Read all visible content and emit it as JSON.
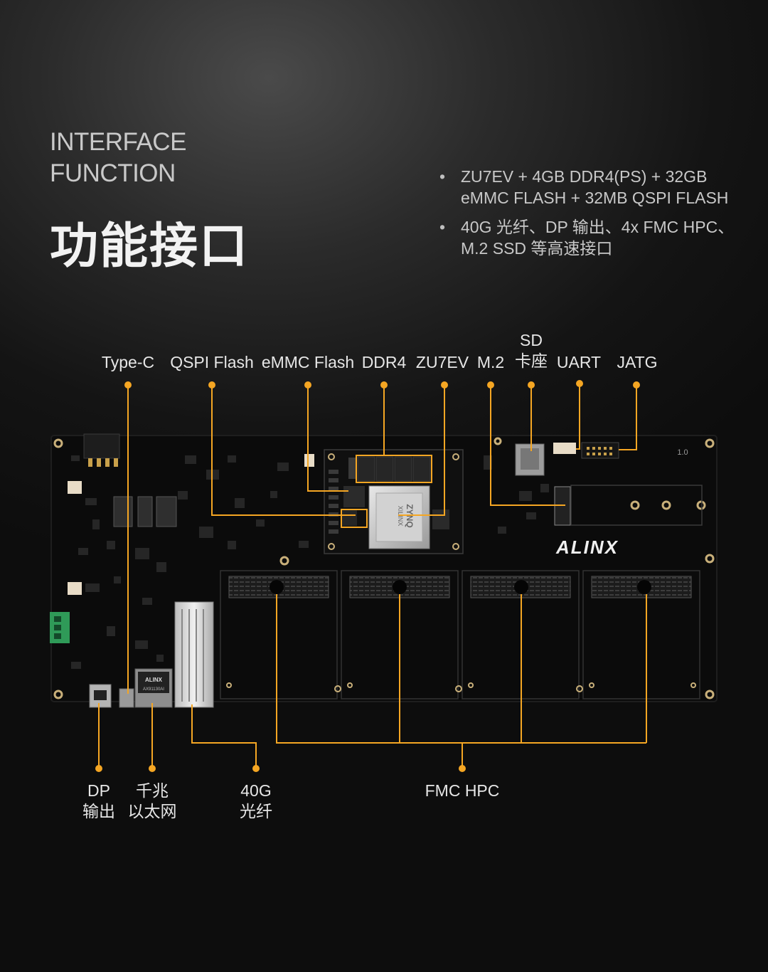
{
  "header": {
    "en_title_line1": "INTERFACE",
    "en_title_line2": "FUNCTION",
    "cn_title": "功能接口"
  },
  "features": [
    {
      "line1": "ZU7EV + 4GB DDR4(PS) + 32GB",
      "line2": "eMMC FLASH + 32MB QSPI FLASH"
    },
    {
      "line1": "40G 光纤、DP 输出、4x FMC HPC、",
      "line2": "M.2 SSD 等高速接口"
    }
  ],
  "top_labels": {
    "type_c": "Type-C",
    "qspi_flash": "QSPI Flash",
    "emmc_flash": "eMMC Flash",
    "ddr4": "DDR4",
    "zu7ev": "ZU7EV",
    "m2": "M.2",
    "sd_line1": "SD",
    "sd_line2": "卡座",
    "uart": "UART",
    "jatg": "JATG"
  },
  "bottom_labels": {
    "dp_line1": "DP",
    "dp_line2": "输出",
    "eth_line1": "千兆",
    "eth_line2": "以太网",
    "fiber_line1": "40G",
    "fiber_line2": "光纤",
    "fmc": "FMC HPC"
  },
  "board_marks": {
    "brand": "ALINX",
    "chip_brand": "XILINX",
    "chip_name": "ZYNQ",
    "eth_brand": "ALINX",
    "eth_part": "AX91130AI",
    "version": "1.0"
  },
  "colors": {
    "accent": "#f5a623",
    "board": "#0b0b0b",
    "background": "#1a1a1a"
  }
}
